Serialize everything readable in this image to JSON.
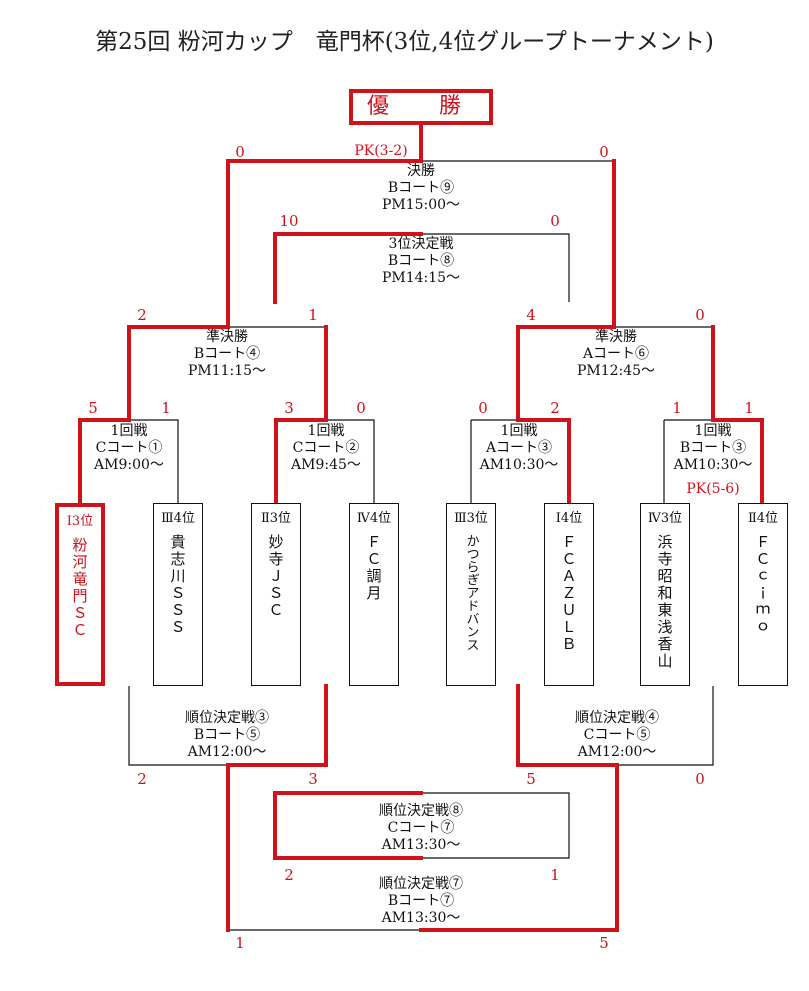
{
  "title": "第25回 粉河カップ　竜門杯(3位,4位グループトーナメント)",
  "champion_label": "優　勝",
  "matches": {
    "final": {
      "label": "決勝",
      "court": "Bコート⑨",
      "time": "PM15:00〜"
    },
    "third": {
      "label": "3位決定戦",
      "court": "Bコート⑧",
      "time": "PM14:15〜"
    },
    "semi_left": {
      "label": "準決勝",
      "court": "Bコート④",
      "time": "PM11:15〜"
    },
    "semi_right": {
      "label": "準決勝",
      "court": "Aコート⑥",
      "time": "PM12:45〜"
    },
    "r1_1": {
      "label": "1回戦",
      "court": "Cコート①",
      "time": "AM9:00〜"
    },
    "r1_2": {
      "label": "1回戦",
      "court": "Cコート②",
      "time": "AM9:45〜"
    },
    "r1_3": {
      "label": "1回戦",
      "court": "Aコート③",
      "time": "AM10:30〜"
    },
    "r1_4": {
      "label": "1回戦",
      "court": "Bコート③",
      "time": "AM10:30〜"
    },
    "pl3": {
      "label": "順位決定戦③",
      "court": "Bコート⑤",
      "time": "AM12:00〜"
    },
    "pl4": {
      "label": "順位決定戦④",
      "court": "Cコート⑤",
      "time": "AM12:00〜"
    },
    "pl8": {
      "label": "順位決定戦⑧",
      "court": "Cコート⑦",
      "time": "AM13:30〜"
    },
    "pl7": {
      "label": "順位決定戦⑦",
      "court": "Bコート⑦",
      "time": "AM13:30〜"
    }
  },
  "pk": {
    "final": "PK(3-2)",
    "r1_4": "PK(5-6)"
  },
  "scores": {
    "final": [
      "0",
      "0"
    ],
    "third": [
      "10",
      "0"
    ],
    "semi_left": [
      "2",
      "1"
    ],
    "semi_right": [
      "4",
      "0"
    ],
    "r1_1": [
      "5",
      "1"
    ],
    "r1_2": [
      "3",
      "0"
    ],
    "r1_3": [
      "0",
      "2"
    ],
    "r1_4": [
      "1",
      "1"
    ],
    "pl3": [
      "2",
      "3"
    ],
    "pl4": [
      "5",
      "0"
    ],
    "pl8": [
      "2",
      "1"
    ],
    "pl7": [
      "1",
      "5"
    ]
  },
  "teams": [
    {
      "rank": "Ⅰ3位",
      "name": "粉河竜門ＳＣ"
    },
    {
      "rank": "Ⅲ4位",
      "name": "貴志川ＳＳＳ"
    },
    {
      "rank": "Ⅱ3位",
      "name": "妙寺ＪＳＣ"
    },
    {
      "rank": "Ⅳ4位",
      "name": "ＦＣ調月"
    },
    {
      "rank": "Ⅲ3位",
      "name": "かつらぎアドバンス"
    },
    {
      "rank": "Ⅰ4位",
      "name": "ＦＣＡＺＵＬＢ"
    },
    {
      "rank": "Ⅳ3位",
      "name": "浜寺昭和東浅香山"
    },
    {
      "rank": "Ⅱ4位",
      "name": "ＦＣｃｉｍｏ"
    }
  ],
  "colors": {
    "winner_line": "#d0121a",
    "normal_line": "#111111"
  }
}
